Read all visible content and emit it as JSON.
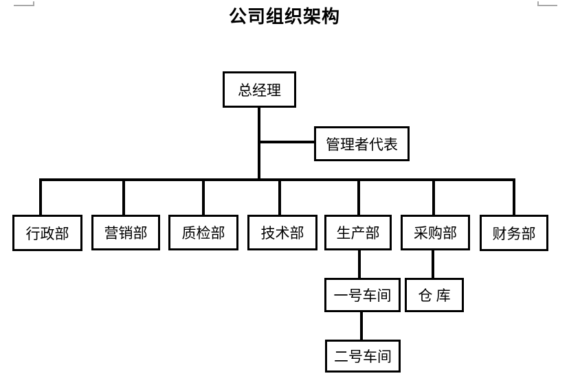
{
  "title": "公司组织架构",
  "org_chart": {
    "nodes": {
      "general_manager": {
        "label": "总经理"
      },
      "management_representative": {
        "label": "管理者代表"
      },
      "admin_dept": {
        "label": "行政部"
      },
      "marketing_dept": {
        "label": "营销部"
      },
      "quality_dept": {
        "label": "质检部"
      },
      "tech_dept": {
        "label": "技术部"
      },
      "production_dept": {
        "label": "生产部"
      },
      "procurement_dept": {
        "label": "采购部"
      },
      "finance_dept": {
        "label": "财务部"
      },
      "workshop_1": {
        "label": "一号车间"
      },
      "warehouse": {
        "label": "仓 库"
      },
      "workshop_2": {
        "label": "二号车间"
      }
    },
    "edges": [
      {
        "from": "总经理",
        "to": "管理者代表"
      },
      {
        "from": "总经理",
        "to": "行政部"
      },
      {
        "from": "总经理",
        "to": "营销部"
      },
      {
        "from": "总经理",
        "to": "质检部"
      },
      {
        "from": "总经理",
        "to": "技术部"
      },
      {
        "from": "总经理",
        "to": "生产部"
      },
      {
        "from": "总经理",
        "to": "采购部"
      },
      {
        "from": "总经理",
        "to": "财务部"
      },
      {
        "from": "生产部",
        "to": "一号车间"
      },
      {
        "from": "一号车间",
        "to": "二号车间"
      },
      {
        "from": "采购部",
        "to": "仓 库"
      }
    ]
  },
  "colors": {
    "line": "#000000",
    "box_border": "#000000",
    "box_background": "#ffffff",
    "text": "#000000",
    "margin_mark": "#a8a8a8",
    "page_background": "#ffffff"
  }
}
